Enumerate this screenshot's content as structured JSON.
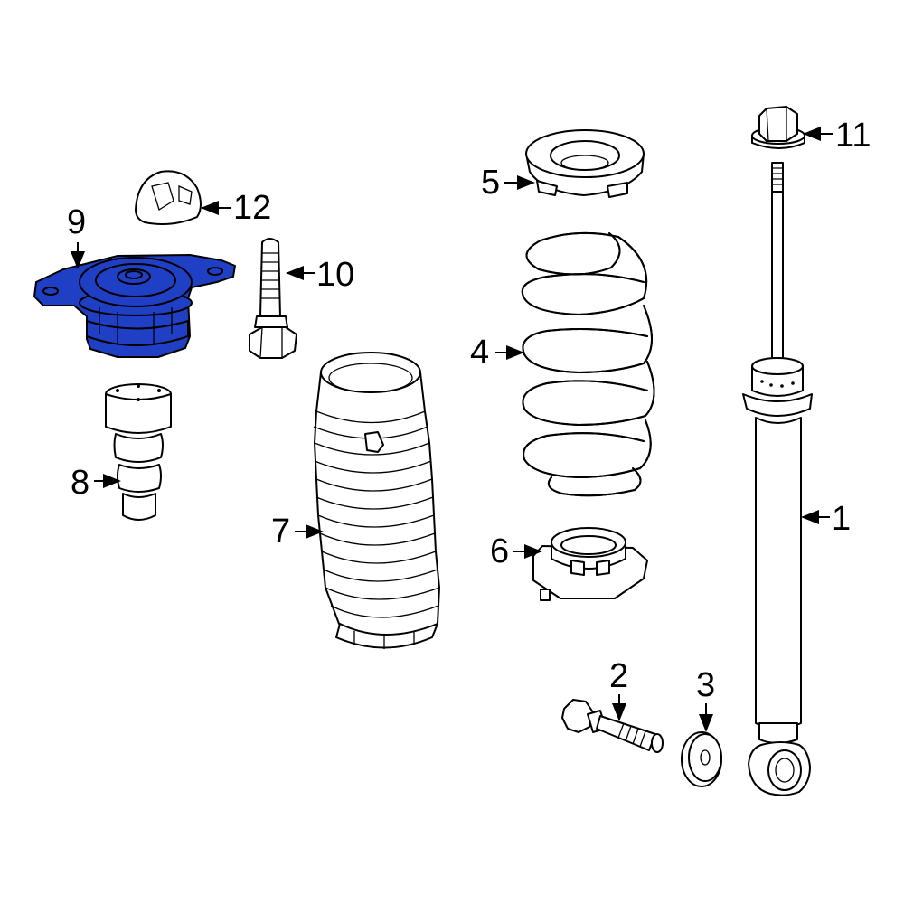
{
  "parts": [
    {
      "id": "p1",
      "label": "1",
      "name": "shock-absorber"
    },
    {
      "id": "p2",
      "label": "2",
      "name": "bolt"
    },
    {
      "id": "p3",
      "label": "3",
      "name": "washer"
    },
    {
      "id": "p4",
      "label": "4",
      "name": "coil-spring"
    },
    {
      "id": "p5",
      "label": "5",
      "name": "upper-spring-seat"
    },
    {
      "id": "p6",
      "label": "6",
      "name": "lower-spring-seat"
    },
    {
      "id": "p7",
      "label": "7",
      "name": "dust-boot"
    },
    {
      "id": "p8",
      "label": "8",
      "name": "bump-stop"
    },
    {
      "id": "p9",
      "label": "9",
      "name": "strut-mount",
      "highlighted": true
    },
    {
      "id": "p10",
      "label": "10",
      "name": "stud-bolt"
    },
    {
      "id": "p11",
      "label": "11",
      "name": "flange-nut"
    },
    {
      "id": "p12",
      "label": "12",
      "name": "mount-cap"
    }
  ],
  "colors": {
    "highlight": "#1f3fc4",
    "line": "#000000",
    "background": "#ffffff"
  }
}
